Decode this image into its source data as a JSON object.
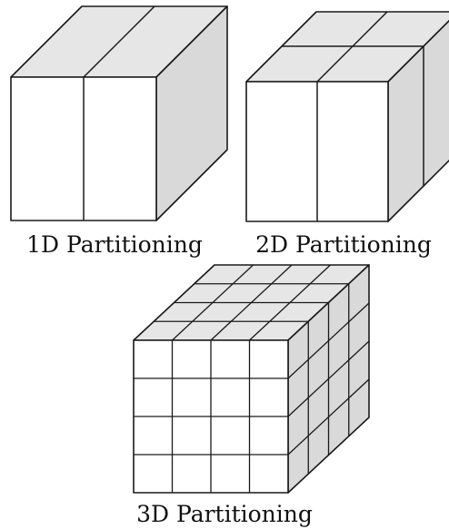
{
  "figure": {
    "colors": {
      "front_face": "#ffffff",
      "top_face": "#e6e6e6",
      "side_face": "#d9d9d9",
      "edge": "#1a1a1a"
    },
    "cubes": [
      {
        "id": "1d",
        "caption": "1D Partitioning",
        "splits": {
          "x": 2,
          "y": 1,
          "z": 1
        }
      },
      {
        "id": "2d",
        "caption": "2D Partitioning",
        "splits": {
          "x": 2,
          "y": 1,
          "z": 2
        }
      },
      {
        "id": "3d",
        "caption": "3D Partitioning",
        "splits": {
          "x": 4,
          "y": 4,
          "z": 4
        }
      }
    ]
  }
}
